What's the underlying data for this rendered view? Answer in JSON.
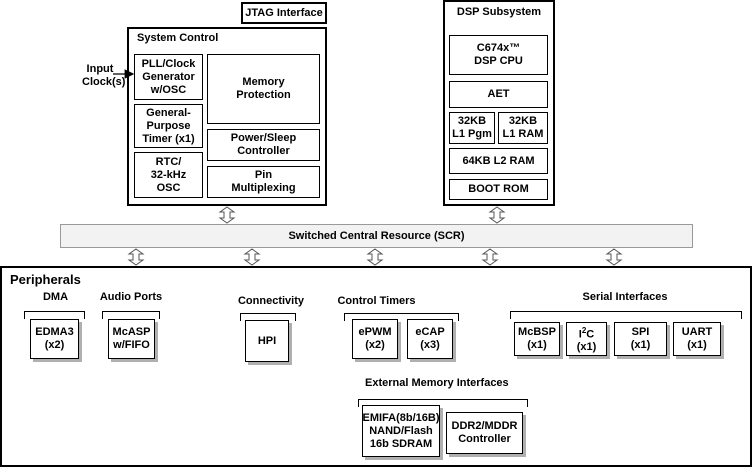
{
  "jtag": "JTAG Interface",
  "system_control": {
    "title": "System Control",
    "input_label": "Input\nClock(s)",
    "pll": "PLL/Clock\nGenerator\nw/OSC",
    "timer": "General-\nPurpose\nTimer (x1)",
    "rtc": "RTC/\n32-kHz\nOSC",
    "memory_protection": "Memory\nProtection",
    "power": "Power/Sleep\nController",
    "pin_mux": "Pin\nMultiplexing"
  },
  "dsp": {
    "title": "DSP Subsystem",
    "cpu": "C674x™\nDSP CPU",
    "aet": "AET",
    "l1pgm": "32KB\nL1 Pgm",
    "l1ram": "32KB\nL1 RAM",
    "l2ram": "64KB L2 RAM",
    "boot": "BOOT  ROM"
  },
  "scr": "Switched Central Resource (SCR)",
  "peripherals": {
    "title": "Peripherals",
    "dma": {
      "title": "DMA",
      "edma": "EDMA3\n(x2)"
    },
    "audio": {
      "title": "Audio Ports",
      "mcasp": "McASP\nw/FIFO"
    },
    "connectivity": {
      "title": "Connectivity",
      "hpi": "HPI"
    },
    "timers": {
      "title": "Control Timers",
      "epwm": "ePWM\n(x2)",
      "ecap": "eCAP\n(x3)"
    },
    "serial": {
      "title": "Serial Interfaces",
      "mcbsp": "McBSP\n(x1)",
      "i2c_main": "I",
      "i2c_sup": "2",
      "i2c_tail": "C",
      "i2c_count": "(x1)",
      "spi": "SPI\n(x1)",
      "uart": "UART\n(x1)"
    },
    "emif": {
      "title": "External Memory Interfaces",
      "emifa": "EMIFA(8b/16B)\nNAND/Flash\n16b SDRAM",
      "ddr": "DDR2/MDDR\nController"
    }
  }
}
